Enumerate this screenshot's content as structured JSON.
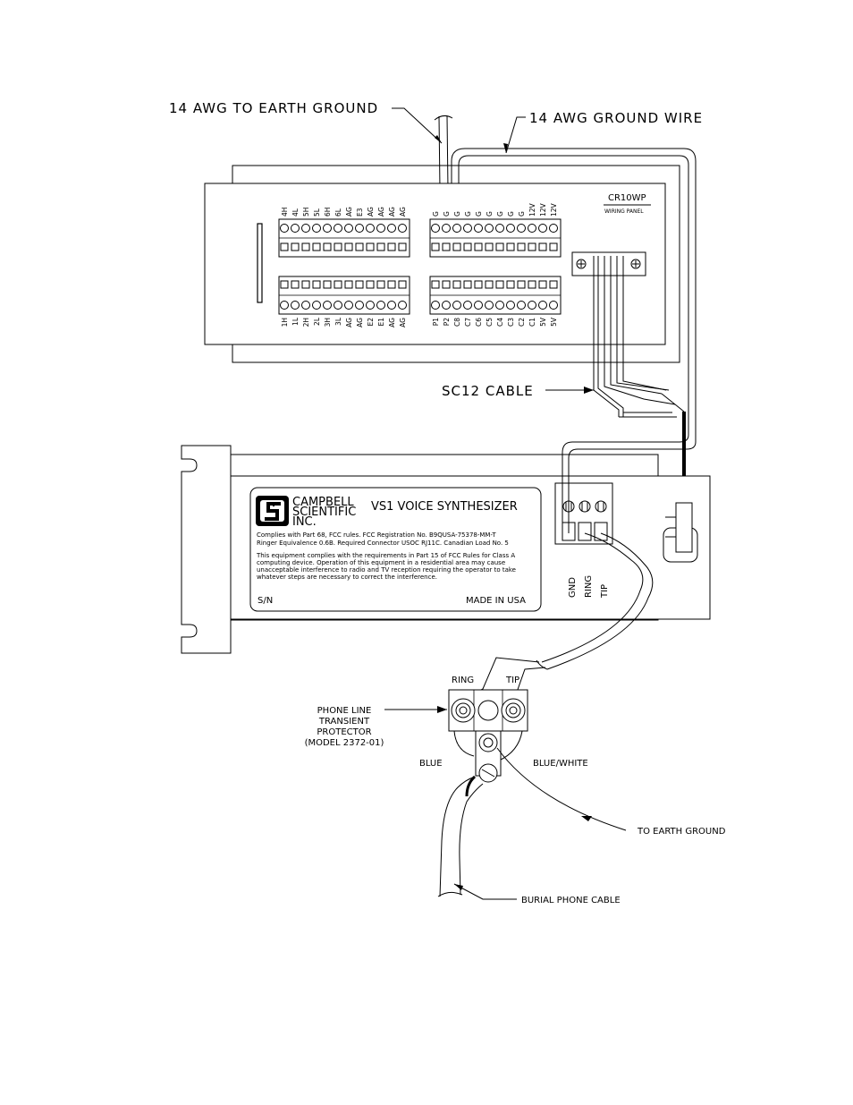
{
  "labels": {
    "earth_ground_wire": "14 AWG TO EARTH GROUND",
    "ground_wire": "14 AWG GROUND WIRE",
    "sc12_cable": "SC12 CABLE",
    "burial_cable": "BURIAL PHONE CABLE",
    "to_earth_ground": "TO EARTH GROUND",
    "blue": "BLUE",
    "blue_white": "BLUE/WHITE",
    "ring": "RING",
    "tip": "TIP",
    "protector": [
      "PHONE LINE",
      "TRANSIENT",
      "PROTECTOR",
      "(MODEL 2372-01)"
    ]
  },
  "wiring_panel": {
    "title": "CR10WP",
    "subtitle": "WIRING PANEL",
    "top_left_terminals": [
      "4H",
      "4L",
      "5H",
      "5L",
      "6H",
      "6L",
      "AG",
      "E3",
      "AG",
      "AG",
      "AG",
      "AG"
    ],
    "top_right_terminals": [
      "G",
      "G",
      "G",
      "G",
      "G",
      "G",
      "G",
      "G",
      "G",
      "12V",
      "12V",
      "12V"
    ],
    "bottom_left_terminals": [
      "1H",
      "1L",
      "2H",
      "2L",
      "3H",
      "3L",
      "AG",
      "AG",
      "E2",
      "E1",
      "AG",
      "AG"
    ],
    "bottom_right_terminals": [
      "P1",
      "P2",
      "C8",
      "C7",
      "C6",
      "C5",
      "C4",
      "C3",
      "C2",
      "C1",
      "5V",
      "5V"
    ]
  },
  "vs1": {
    "brand": [
      "CAMPBELL",
      "SCIENTIFIC",
      "INC."
    ],
    "title": "VS1 VOICE SYNTHESIZER",
    "fcc_lines": [
      "Complies with Part 68, FCC rules. FCC Registration No. B9QUSA-75378-MM-T",
      "Ringer Equivalence 0.6B. Required Connector USOC RJ11C. Canadian Load No. 5"
    ],
    "notice_lines": [
      "This equipment complies with the requirements in Part 15 of FCC Rules for Class A",
      "computing device. Operation of this equipment in a residential area may cause",
      "unacceptable interference to radio and TV reception requiring the operator to take",
      "whatever steps are necessary to correct the interference."
    ],
    "serial": "S/N",
    "made_in": "MADE IN USA",
    "terminals": [
      "GND",
      "RING",
      "TIP"
    ]
  }
}
